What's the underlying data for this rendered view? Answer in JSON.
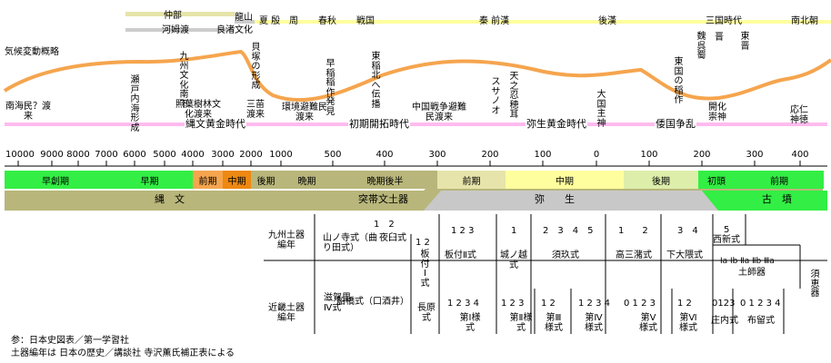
{
  "top_bands": {
    "shell_mound": "仲部",
    "hemudu": "河姆渡",
    "longshan": "龍山",
    "liangzhu": "良渚文化"
  },
  "dynasties": [
    "夏 殷",
    "周",
    "春秋",
    "戦国",
    "秦 前漢",
    "後漢",
    "三国時代",
    "南北朝"
  ],
  "lower_dynasties": [
    "魏呉蜀",
    "晋",
    "東晋"
  ],
  "climate": {
    "label": "気候変動概略"
  },
  "events": {
    "south_sea": "南海民？渡来",
    "seto": "瀬戸内海形成",
    "kyushu_shell": "九州文化南下",
    "shell": "貝塚の形成",
    "terrace": "照葉樹林文化渡来",
    "sanmiao": "三苗渡来",
    "evasion": "環境避難民渡来",
    "rice": "早稲稲作発見",
    "east_rice": "東稲北へ伝播",
    "war": "中国戦争避難民渡来",
    "susanoo": "スサノオ",
    "amaterasu": "天之忍穂耳",
    "okuni": "大国主神",
    "toukoku": "東国の稲作",
    "kaika": "開化崇神",
    "oujin": "応仁神徳"
  },
  "eras": [
    "縄文黄金時代",
    "初期開拓時代",
    "弥生黄金時代",
    "倭国争乱"
  ],
  "axis": {
    "ticks": [
      "10000",
      "9000",
      "8000",
      "7000",
      "6000",
      "5000",
      "4000",
      "3000",
      "2000",
      "1000",
      "500",
      "400",
      "300",
      "200",
      "100",
      "0",
      "100",
      "200",
      "300",
      "400"
    ]
  },
  "periods": {
    "p1": "早創期",
    "p2": "早期",
    "p3": "前期",
    "p4": "中期",
    "p5": "後期",
    "p6": "晩期",
    "p7": "晩期後半",
    "p8": "前期",
    "p9": "中期",
    "p10": "後期",
    "p11": "初頭",
    "p12": "前期"
  },
  "bottom_band": {
    "jomon": "縄　文",
    "toutai": "突帯文土器",
    "yayoi": "弥　　生",
    "kofun": "古　墳"
  },
  "kyushu": {
    "label": "九州土器編年",
    "yamanodera": "山ノ寺式（曲り田式）",
    "nums_12": "1　2",
    "yusu": "夜臼式",
    "itatsuke1": "板付Ⅰ式",
    "itatsuke1_num": "1 2",
    "itatsuke2_num": "1 2 3",
    "itatsuke2": "板付Ⅱ式",
    "shironokoshi_num": "1",
    "shironokoshi": "城ノ越式",
    "sugu_num": "2　3　4　5",
    "sugu": "須玖式",
    "takamiwatashi_num": "1　　2",
    "takamiwatashi": "高三潴式",
    "shimookuma_num": "3　4",
    "shimookuma": "下大隈式",
    "nishijin_num": "5",
    "nishijin": "西新式",
    "hajiki_num": "Ⅰa Ⅰb Ⅱa Ⅱb Ⅲa",
    "hajiki": "土師器"
  },
  "kinki": {
    "label": "近畿土器編年",
    "shigasato": "滋賀里Ⅳ式",
    "funahashi": "船橋式（口酒井）",
    "nagahara": "長原式",
    "s1_num": "1 2 3 4",
    "s1": "第Ⅰ様式",
    "s2_num": "1 2 3",
    "s2": "第Ⅱ様式",
    "s3_num": "1 2",
    "s3": "第Ⅲ様式",
    "s4_num": "1 2 3 4",
    "s4": "第Ⅳ様式",
    "s5_num": "0 1 2 3",
    "s5": "第Ⅴ様式",
    "s6_num": "1 2",
    "s6": "第Ⅵ様式",
    "shonai_num": "0123",
    "shonai": "庄内式",
    "furu_num": "0 1 2 3 4",
    "furu": "布留式",
    "sue": "須恵器"
  },
  "refs": [
    "参：日本史図表／第一学習社",
    "土器編年は 日本の歴史／講談社 寺沢薫氏補正表による"
  ],
  "colors": {
    "orange": "#f5a54e",
    "yellow": "#fffe9e",
    "green": "#33ee44",
    "olive": "#b8b67a",
    "pink": "#ffbbee"
  }
}
